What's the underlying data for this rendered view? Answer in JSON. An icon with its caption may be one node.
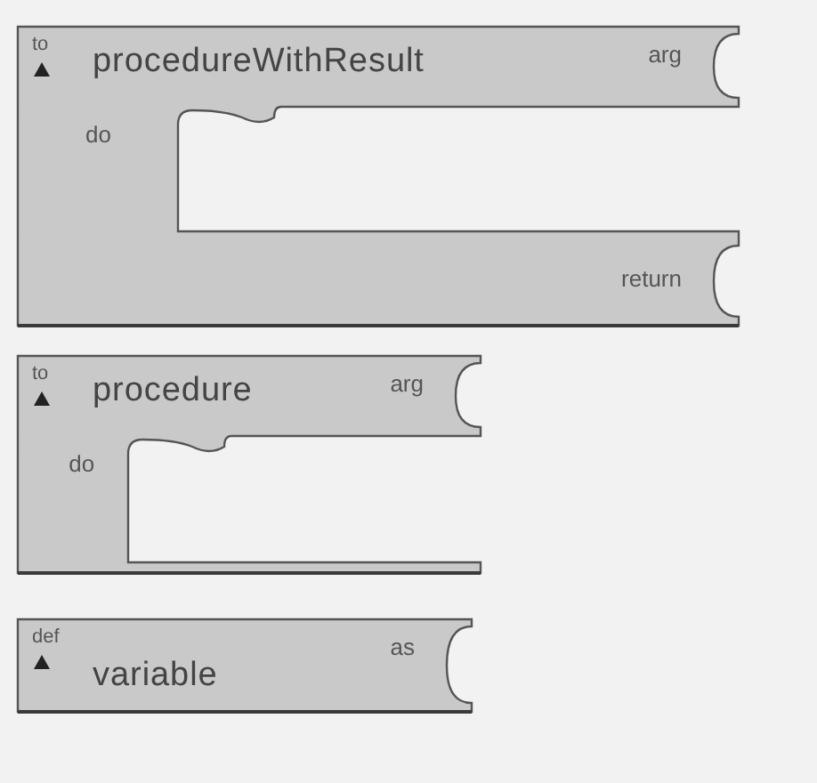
{
  "diagram": {
    "nodes": [
      {
        "text": [
          "to",
          "procedureWithResult",
          "arg",
          "do",
          "return"
        ]
      },
      {
        "text": [
          "to",
          "procedure",
          "arg",
          "do"
        ]
      },
      {
        "text": [
          "def",
          "variable",
          "as"
        ]
      }
    ]
  }
}
